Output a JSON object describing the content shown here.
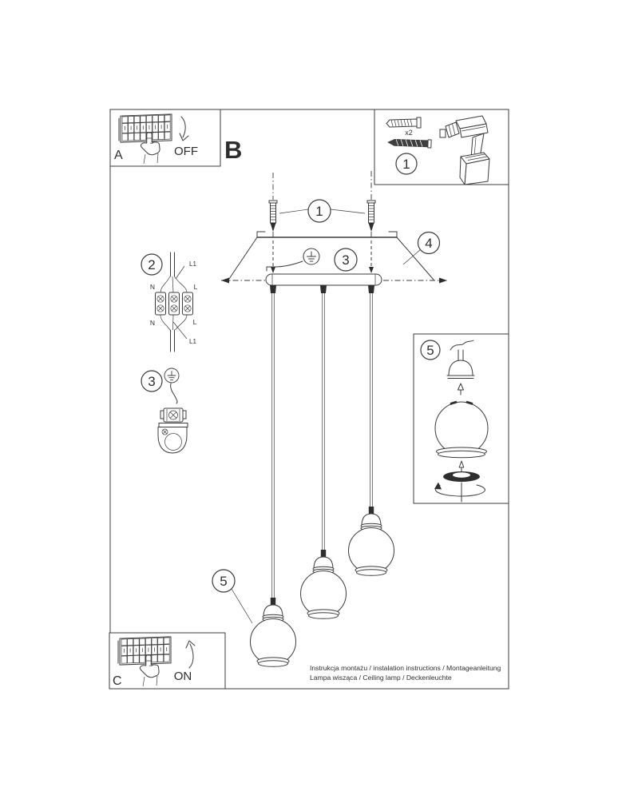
{
  "document": {
    "footer_line1": "Instrukcja montażu / instalation instructions / Montageanleitung",
    "footer_line2": "Lampa wisząca / Ceiling lamp / Deckenleuchte"
  },
  "sections": {
    "power_off": {
      "letter": "A",
      "action": "OFF"
    },
    "ceiling": {
      "letter": "B"
    },
    "power_on": {
      "letter": "C",
      "action": "ON"
    }
  },
  "parts_box": {
    "step_number": "1",
    "anchor_quantity": "x2"
  },
  "callouts": {
    "screws": "1",
    "wiring": "2",
    "ground_detail": "3",
    "ground_wire": "3",
    "canopy": "4",
    "shade": "5",
    "shade_detail": "5"
  },
  "wiring": {
    "l1_top": "L1",
    "n_top": "N",
    "l_top": "L",
    "n_bottom": "N",
    "l_bottom": "L",
    "l1_bottom": "L1"
  },
  "colors": {
    "line": "#3b3b3b",
    "background": "#ffffff"
  }
}
